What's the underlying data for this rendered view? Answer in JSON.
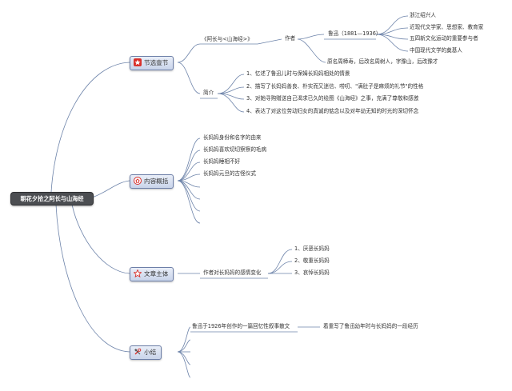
{
  "root": {
    "label": "朝花夕拾之阿长与山海经"
  },
  "icons": {
    "star": "star-icon",
    "home": "home-icon",
    "outline_star": "star-outline-icon",
    "tools": "tools-icon"
  },
  "branches": {
    "excerpt": {
      "label": "节选壹节",
      "source": "《阿长与<山海经>》",
      "author_label": "作者",
      "author_name": "鲁迅（1881—1936）",
      "author_facts": [
        "浙江绍兴人",
        "近现代文学家、思想家、教育家",
        "五四新文化运动的重要参与者",
        "中国现代文学的奠基人"
      ],
      "original_name": "原名周樟寿，后改名周树人，字豫山，后改豫才",
      "intro_label": "简介",
      "intro_items": [
        "1、忆述了鲁迅儿时与保姆长妈妈相处的情景",
        "2、描写了长妈妈善良、朴实而又迷信、唠叨、\"满肚子是麻烦的礼节\"的性格",
        "3、对她寻购赠送自己渴求已久的绘图《山海经》之事，充满了尊敬和感激",
        "4、表达了对这位劳动妇女的真诚的惦念以及对年幼无知的时光的深切怀念"
      ]
    },
    "summary": {
      "label": "内容概括",
      "items": [
        "长妈妈身份和名字的由来",
        "长妈妈喜欢切切察察的毛病",
        "长妈妈睡相不好",
        "长妈妈元旦的古怪仪式"
      ]
    },
    "theme": {
      "label": "文章主体",
      "subject": "作者对长妈妈的感情变化",
      "items": [
        "1、厌恶长妈妈",
        "2、敬重长妈妈",
        "3、哀悼长妈妈"
      ]
    },
    "conclusion": {
      "label": "小结",
      "text": "鲁迅于1926年创作的一篇回忆性叙事散文",
      "detail": "着重写了鲁迅幼年时与长妈妈的一段经历"
    }
  },
  "colors": {
    "line": "#6e84aa",
    "root_bg": "#4c4e52",
    "branch_bg": "#d6dff0",
    "star_red": "#d9302a",
    "text": "#333333"
  }
}
